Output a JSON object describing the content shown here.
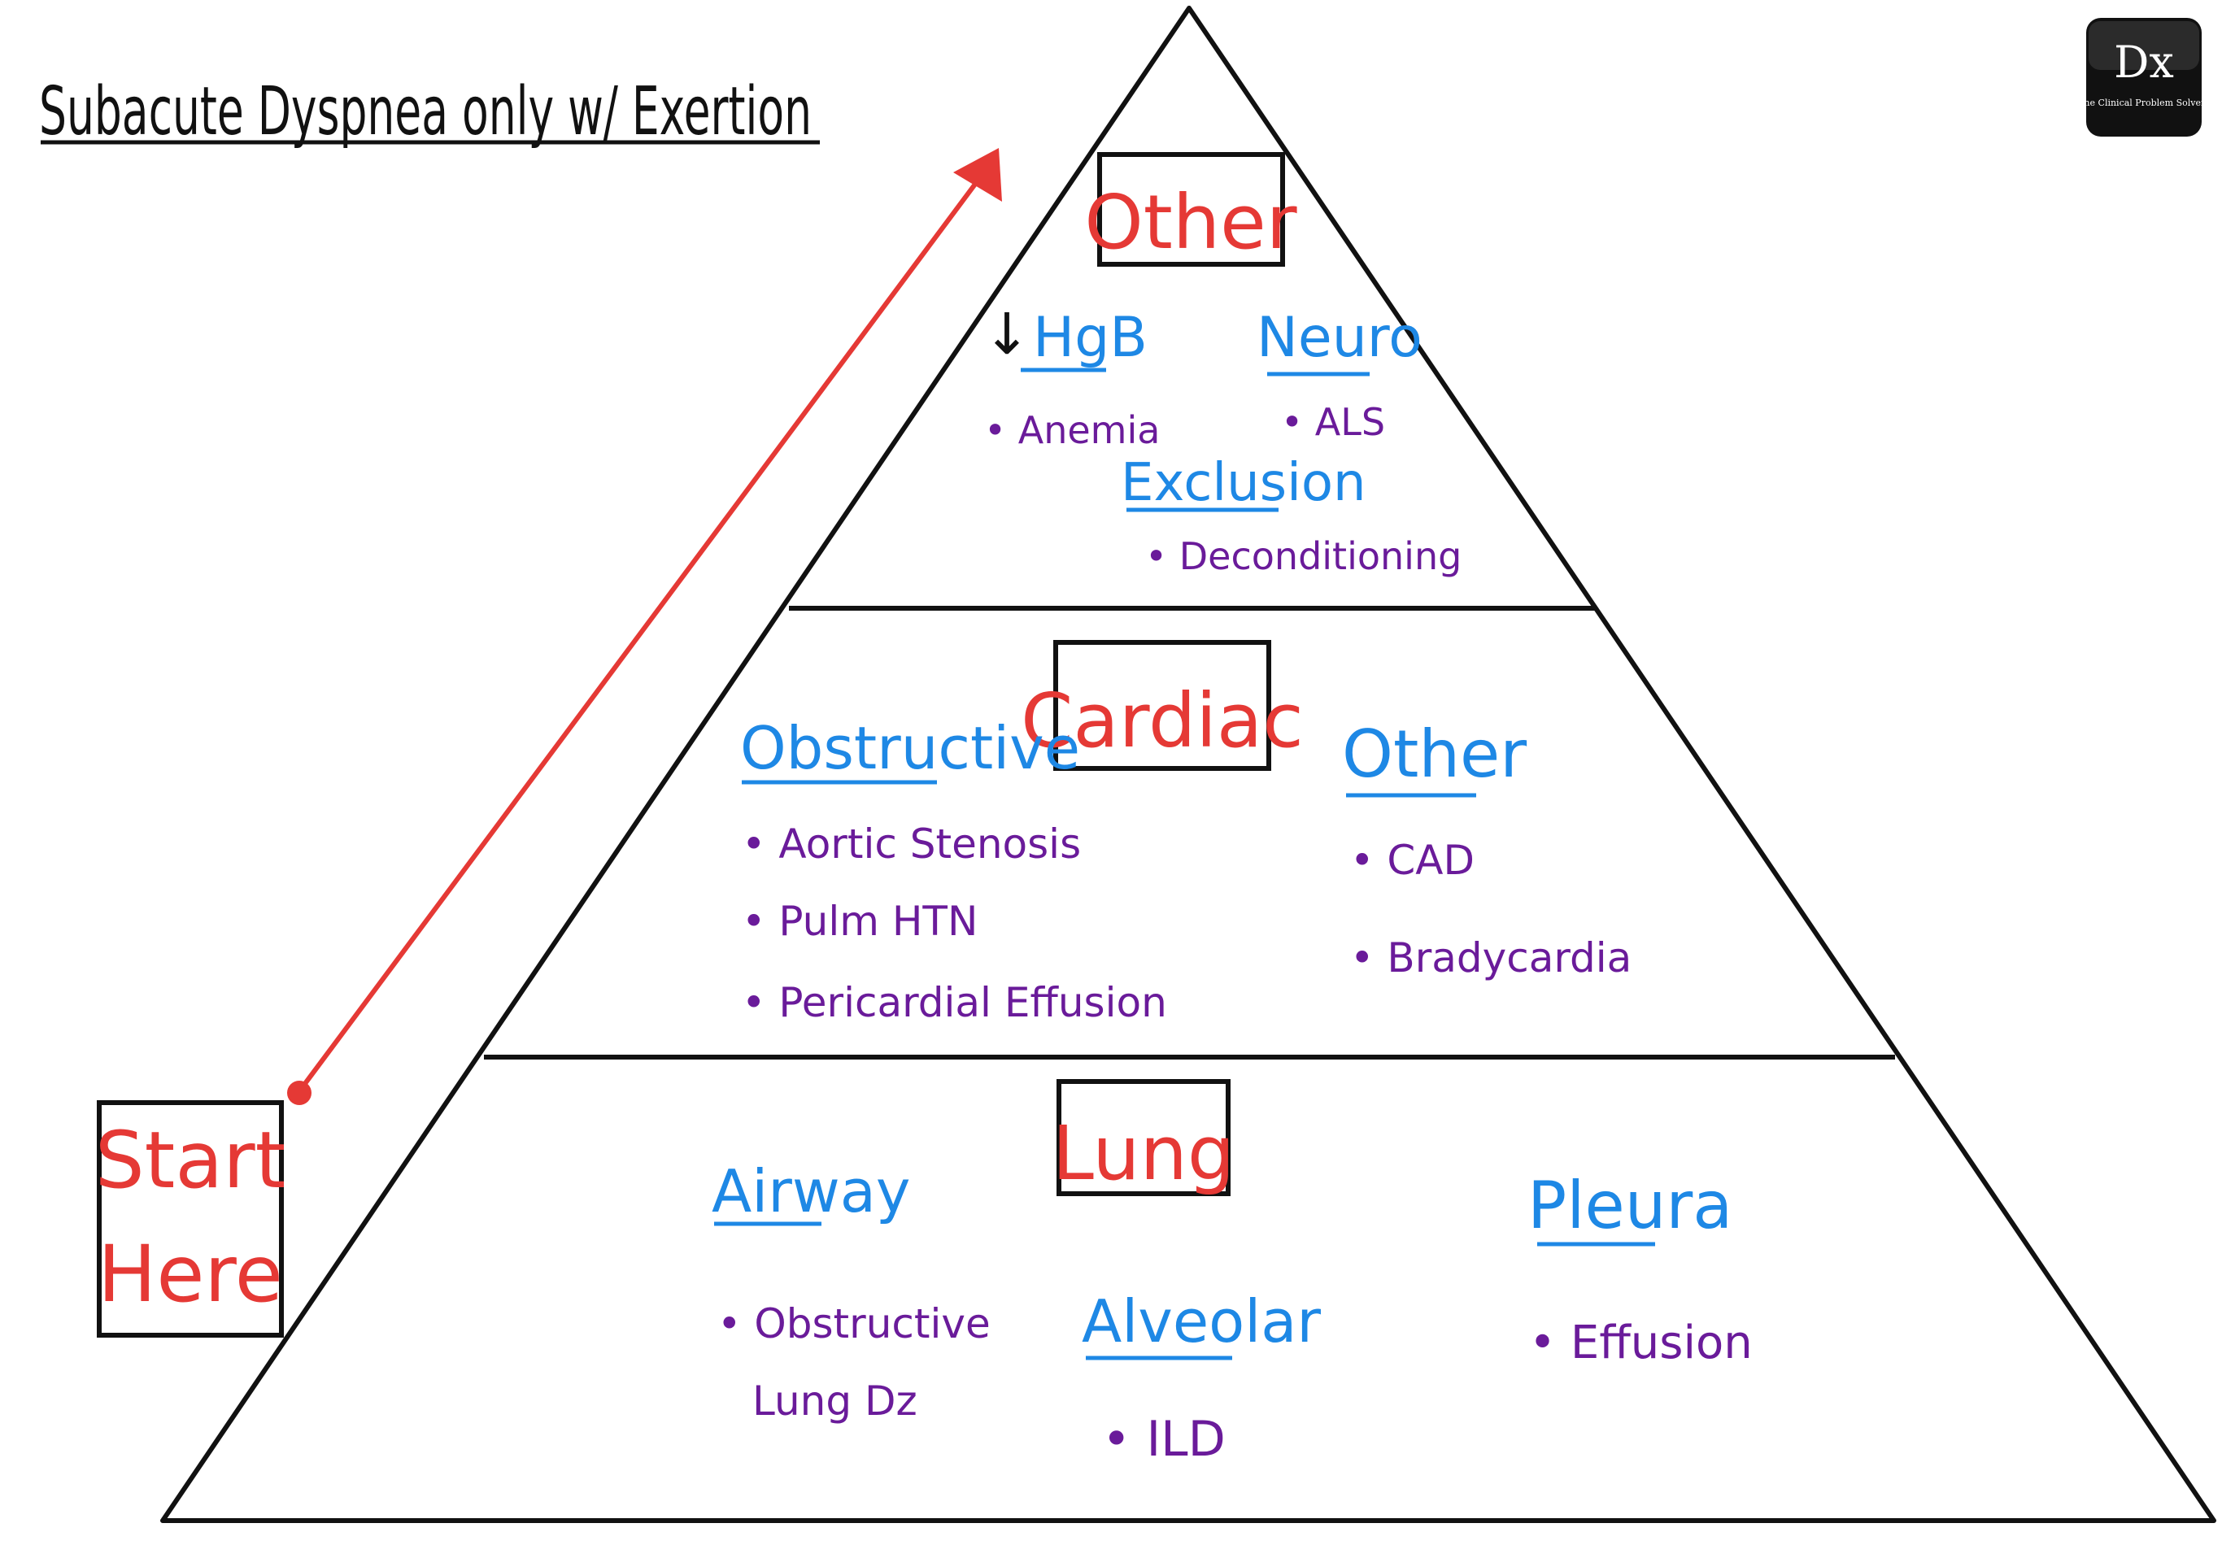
{
  "title": "Subacute Dyspnea only w/ Exertion",
  "logo": {
    "mark": "Dx",
    "tagline": "The Clinical Problem Solvers"
  },
  "start": {
    "line1": "Start",
    "line2": "Here"
  },
  "tiers": {
    "top": {
      "title": "Other",
      "hgb": {
        "arrow": "↓",
        "label": "HgB",
        "item": "• Anemia"
      },
      "neuro": {
        "label": "Neuro",
        "item": "• ALS"
      },
      "exclusion": {
        "label": "Exclusion",
        "item": "• Deconditioning"
      }
    },
    "middle": {
      "title": "Cardiac",
      "obstructive": {
        "label": "Obstructive",
        "items": [
          "• Aortic Stenosis",
          "• Pulm HTN",
          "• Pericardial Effusion"
        ]
      },
      "other": {
        "label": "Other",
        "items": [
          "• CAD",
          "• Bradycardia"
        ]
      }
    },
    "bottom": {
      "title": "Lung",
      "airway": {
        "label": "Airway",
        "item_line1": "• Obstructive",
        "item_line2": "Lung Dz"
      },
      "alveolar": {
        "label": "Alveolar",
        "item": "• ILD"
      },
      "pleura": {
        "label": "Pleura",
        "item": "• Effusion"
      }
    }
  },
  "colors": {
    "ink": "#111111",
    "tier_title": "#e53935",
    "category": "#1e88e5",
    "item": "#6a1b9a",
    "arrow": "#e53935"
  }
}
